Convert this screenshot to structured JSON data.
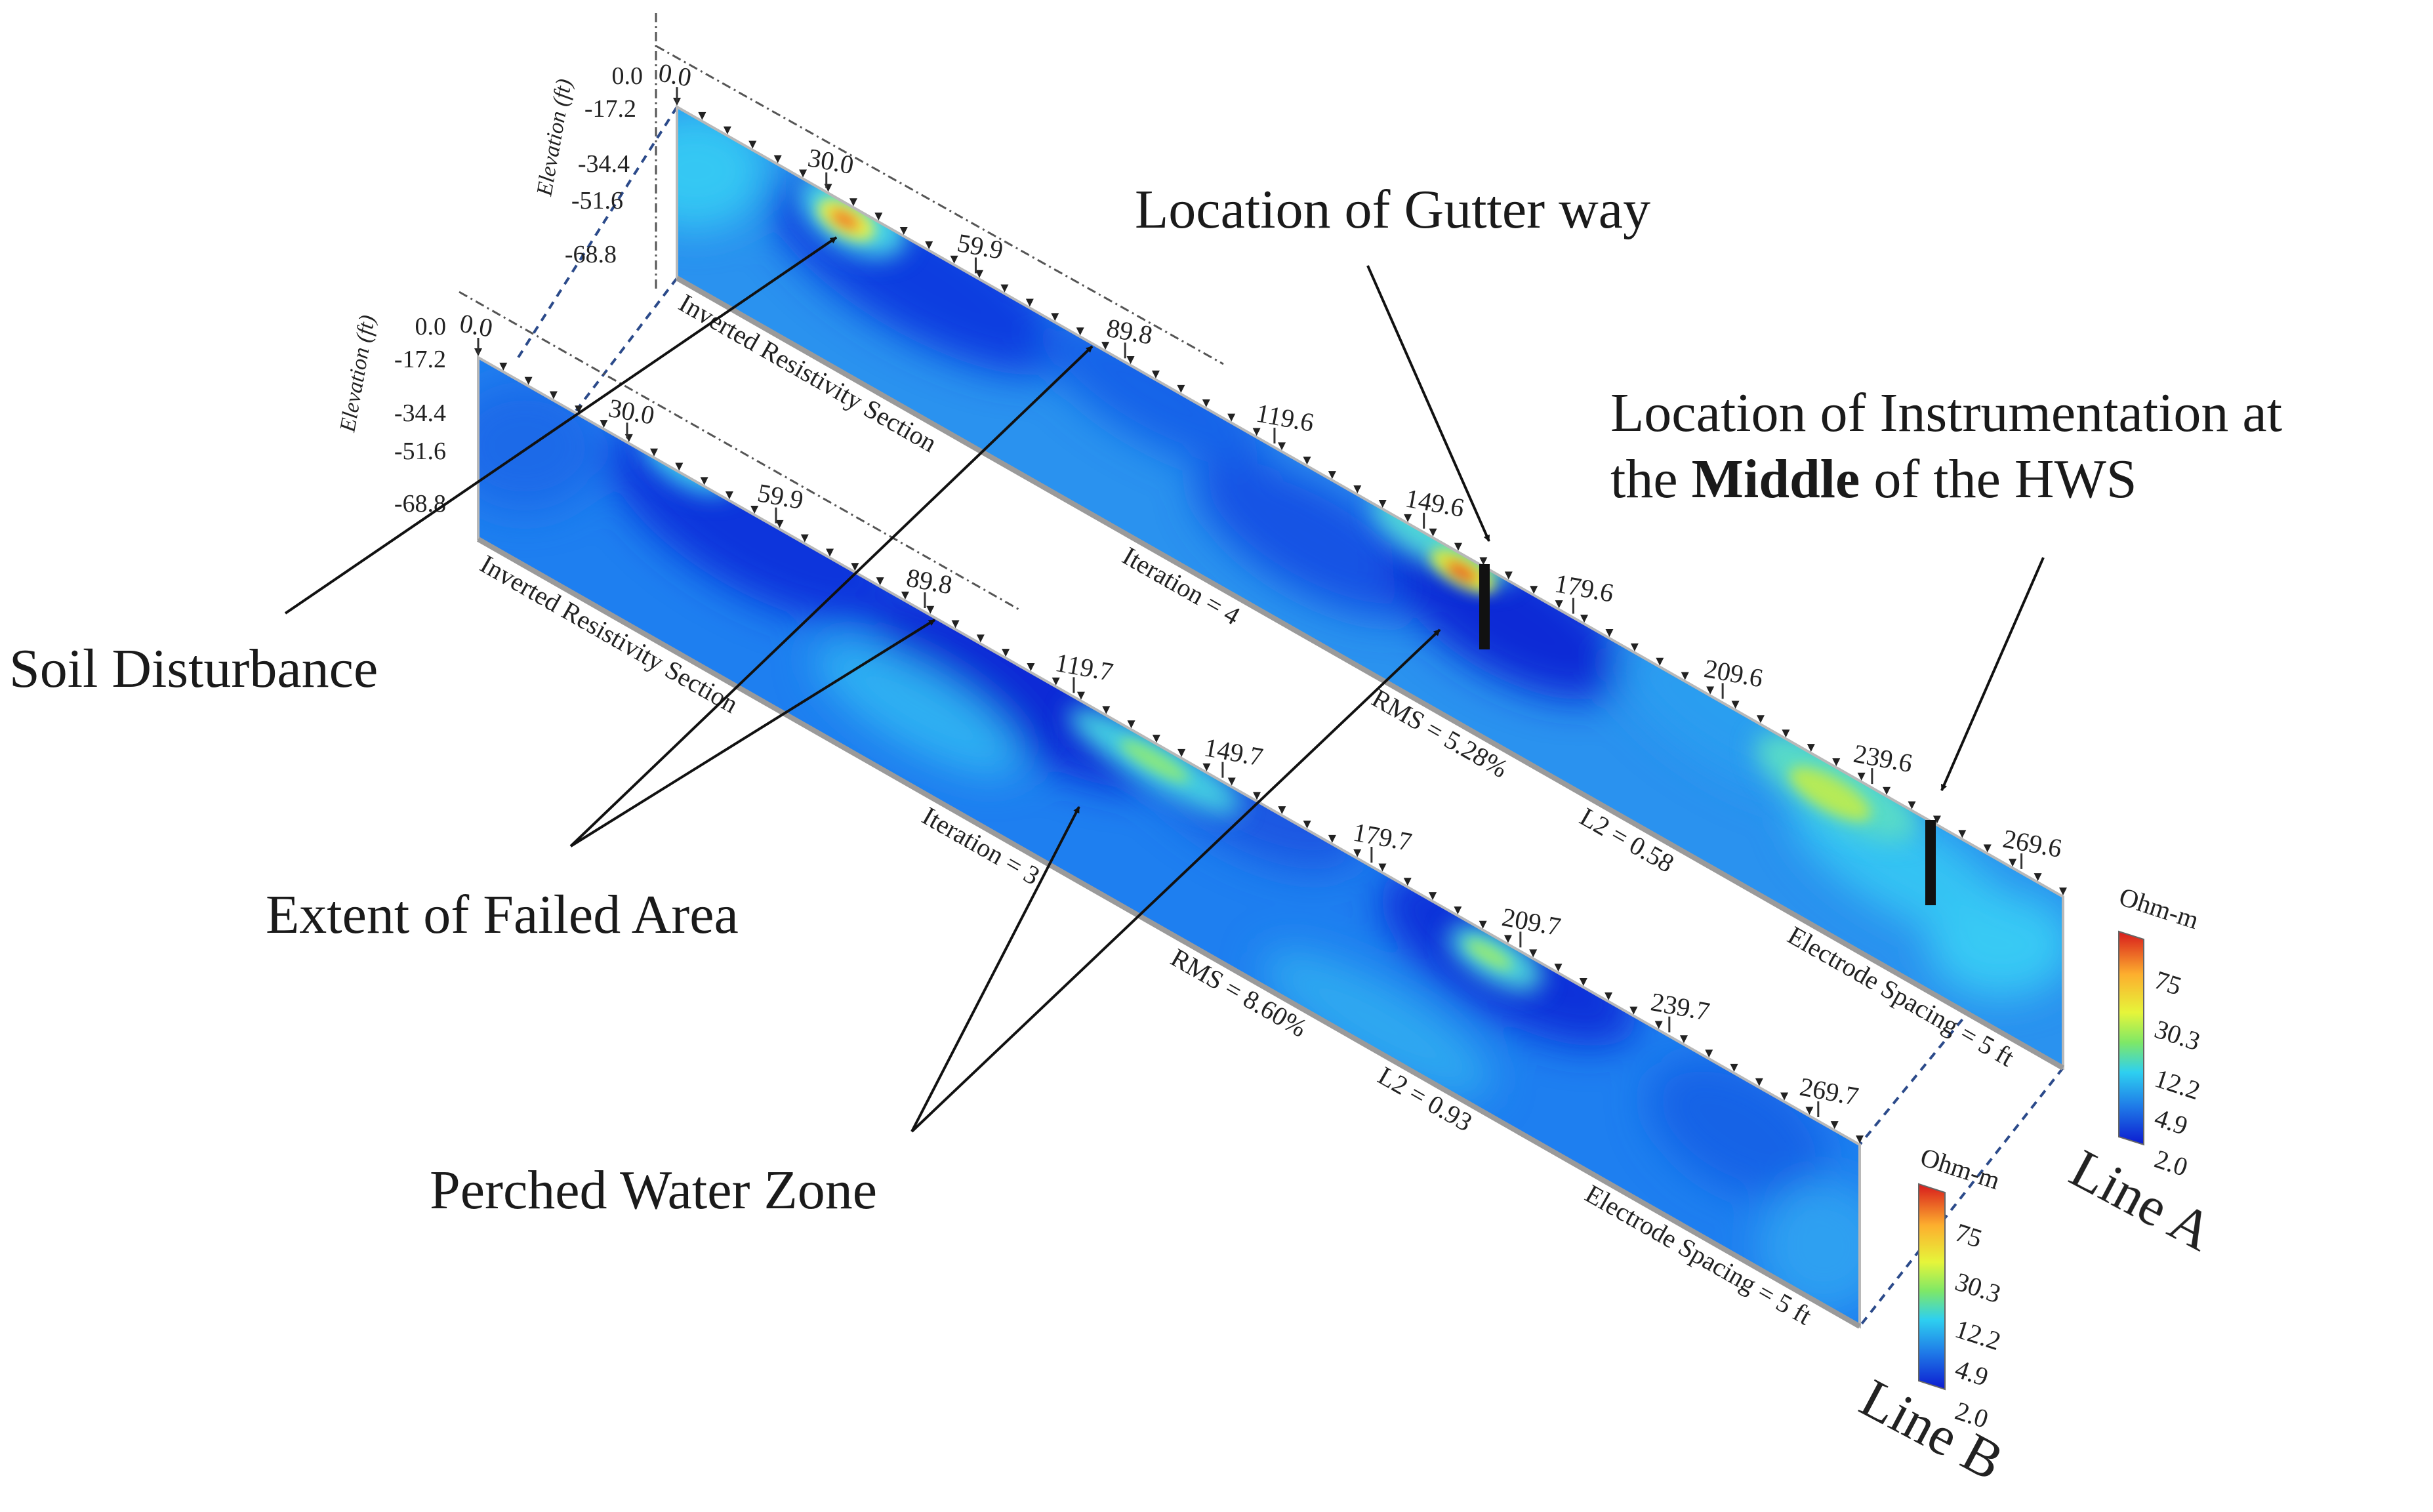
{
  "callouts": {
    "gutter": "Location of Gutter way",
    "instrument_line1": "Location of Instrumentation at",
    "instrument_line2_pre": "the ",
    "instrument_line2_bold": "Middle",
    "instrument_line2_post": " of the HWS",
    "soil": "Soil Disturbance",
    "failed": "Extent of Failed Area",
    "perched": "Perched Water Zone"
  },
  "line_a": {
    "label": "Line A",
    "elevation_title": "Elevation (ft)",
    "elevations": [
      "0.0",
      "-17.2",
      "-34.4",
      "-51.6",
      "-68.8"
    ],
    "distances": [
      "0.0",
      "30.0",
      "59.9",
      "89.8",
      "119.6",
      "149.6",
      "179.6",
      "209.6",
      "239.6",
      "269.6"
    ],
    "section": [
      "Inverted Resistivity Section",
      "Iteration = 4",
      "RMS = 5.28%",
      "L2 = 0.58",
      "Electrode Spacing = 5 ft"
    ]
  },
  "line_b": {
    "label": "Line B",
    "elevation_title": "Elevation (ft)",
    "elevations": [
      "0.0",
      "-17.2",
      "-34.4",
      "-51.6",
      "-68.8"
    ],
    "distances": [
      "0.0",
      "30.0",
      "59.9",
      "89.8",
      "119.7",
      "149.7",
      "179.7",
      "209.7",
      "239.7",
      "269.7"
    ],
    "section": [
      "Inverted Resistivity Section",
      "Iteration = 3",
      "RMS = 8.60%",
      "L2 = 0.93",
      "Electrode Spacing = 5 ft"
    ]
  },
  "colorbar": {
    "unit": "Ohm-m",
    "ticks": [
      "75",
      "30.3",
      "12.2",
      "4.9",
      "2.0"
    ]
  },
  "colors": {
    "base": "#1f86ee",
    "dark": "#0a2fd8",
    "light": "#36c8f5",
    "hot": "#e8221a"
  }
}
